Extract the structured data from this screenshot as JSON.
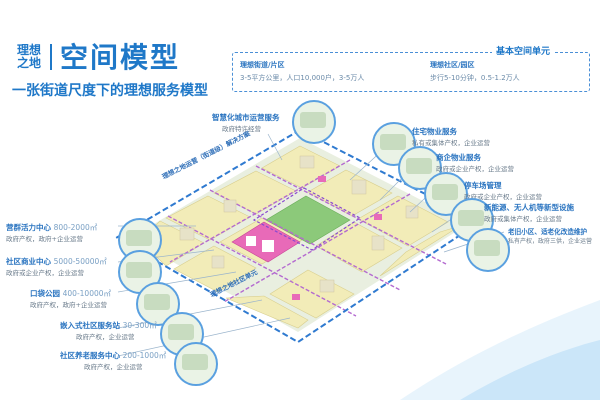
{
  "header": {
    "logo_line1": "理想",
    "logo_line2": "之地",
    "title": "空间模型",
    "subtitle": "一张街道尺度下的理想服务模型"
  },
  "basic_unit": {
    "title": "基本空间单元",
    "left": {
      "heading": "理想街道/片区",
      "detail": "3-5平方公里，人口10,000户，3-5万人"
    },
    "right": {
      "heading": "理想社区/园区",
      "detail": "步行5-10分钟，0.5-1.2万人"
    }
  },
  "map": {
    "outer_label": "理想之地运营（街道级）解决方案",
    "inner_label": "理想之地社区单元"
  },
  "callouts_top": {
    "smart_city": {
      "title": "智慧化城市运营服务",
      "desc": "政府特许经营"
    }
  },
  "callouts_right": [
    {
      "title": "住宅物业服务",
      "desc": "私有或集体产权，企业运营"
    },
    {
      "title": "商企物业服务",
      "desc": "政府或企业产权，企业运营"
    },
    {
      "title": "停车场管理",
      "desc": "政府或企业产权，企业运营"
    },
    {
      "title": "新能源、无人机等新型设施",
      "desc": "政府或集体产权，企业运营"
    },
    {
      "title": "老旧小区、适老化改造维护",
      "desc": "私有产权，政府三供，企业运营"
    }
  ],
  "callouts_left": [
    {
      "name": "营群活力中心",
      "size": "800-2000㎡",
      "desc": "政府产权，政府+企业运营"
    },
    {
      "name": "社区商业中心",
      "size": "5000-50000㎡",
      "desc": "政府或企业产权，企业运营"
    },
    {
      "name": "口袋公园",
      "size": "400-10000㎡",
      "desc": "政府产权，政府+企业运营"
    },
    {
      "name": "嵌入式社区服务站",
      "size": "30-300㎡",
      "desc": "政府产权，企业运营"
    },
    {
      "name": "社区养老服务中心",
      "size": "200-1000㎡",
      "desc": "政府产权，企业运营"
    }
  ],
  "colors": {
    "brand": "#1f78c8",
    "accent_pink": "#e04aa6",
    "park_green": "#7cc66a",
    "block_yellow": "#f2ecb8"
  }
}
